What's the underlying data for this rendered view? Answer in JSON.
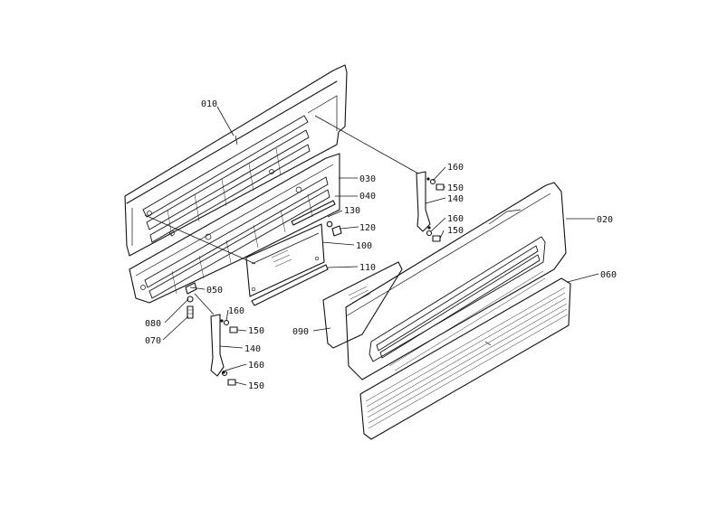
{
  "diagram": {
    "type": "exploded-parts-view",
    "colors": {
      "ink": "#111111",
      "paper": "#ffffff"
    },
    "callouts": [
      {
        "id": "c010",
        "label": "010"
      },
      {
        "id": "c030",
        "label": "030"
      },
      {
        "id": "c040",
        "label": "040"
      },
      {
        "id": "c130",
        "label": "130"
      },
      {
        "id": "c120",
        "label": "120"
      },
      {
        "id": "c100",
        "label": "100"
      },
      {
        "id": "c110",
        "label": "110"
      },
      {
        "id": "c050",
        "label": "050"
      },
      {
        "id": "c080",
        "label": "080"
      },
      {
        "id": "c070",
        "label": "070"
      },
      {
        "id": "c160a",
        "label": "160"
      },
      {
        "id": "c150a",
        "label": "150"
      },
      {
        "id": "c140a",
        "label": "140"
      },
      {
        "id": "c160b",
        "label": "160"
      },
      {
        "id": "c150b",
        "label": "150"
      },
      {
        "id": "c020",
        "label": "020"
      },
      {
        "id": "c060",
        "label": "060"
      },
      {
        "id": "c090",
        "label": "090"
      },
      {
        "id": "c160c",
        "label": "160"
      },
      {
        "id": "c150c",
        "label": "150"
      },
      {
        "id": "c140b",
        "label": "140"
      },
      {
        "id": "c160d",
        "label": "160"
      },
      {
        "id": "c150d",
        "label": "150"
      }
    ]
  }
}
